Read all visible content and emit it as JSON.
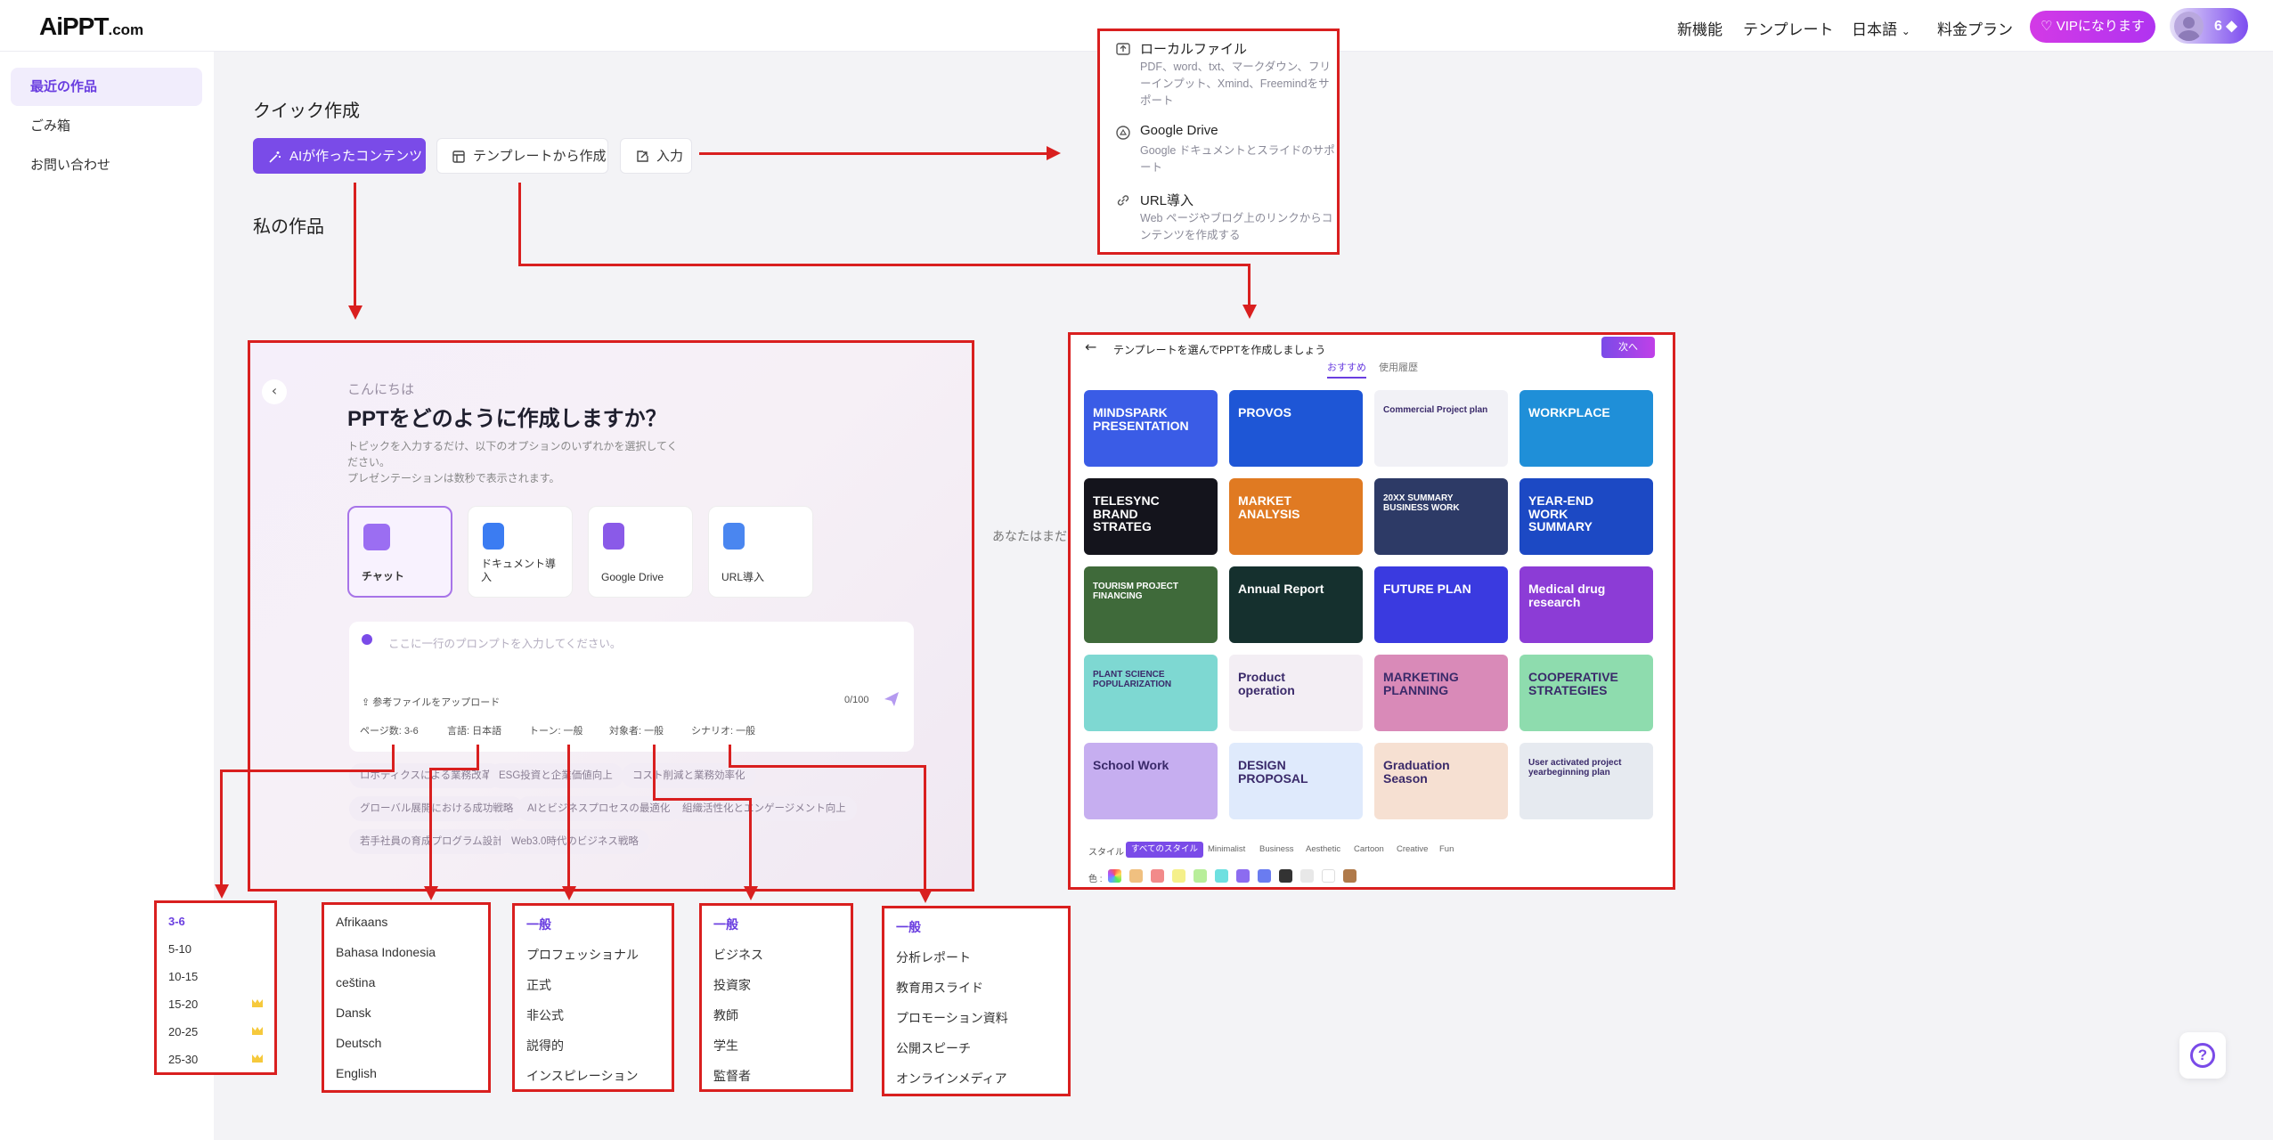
{
  "header": {
    "logo_main": "AiPPT",
    "logo_suffix": ".com",
    "nav": [
      "新機能",
      "テンプレート",
      "日本語",
      "料金プラン"
    ],
    "vip_button": "VIPになります",
    "credits": "6"
  },
  "sidebar": {
    "items": [
      {
        "label": "最近の作品",
        "active": true
      },
      {
        "label": "ごみ箱",
        "active": false
      },
      {
        "label": "お問い合わせ",
        "active": false
      }
    ]
  },
  "main": {
    "quick_create_title": "クイック作成",
    "quick_buttons": [
      "AIが作ったコンテンツ",
      "テンプレートから作成",
      "入力"
    ],
    "my_works_title": "私の作品",
    "empty_hint": "あなたはまだ"
  },
  "upload_menu": {
    "items": [
      {
        "title": "ローカルファイル",
        "desc": [
          "PDF、word、txt、マークダウン、フリ",
          "ーインプット、Xmind、Freemindをサ",
          "ポート"
        ]
      },
      {
        "title": "Google Drive",
        "desc": [
          "Google ドキュメントとスライドのサポ",
          "ート"
        ]
      },
      {
        "title": "URL導入",
        "desc": [
          "Web ページやブログ上のリンクからコ",
          "ンテンツを作成する"
        ]
      }
    ]
  },
  "chat_panel": {
    "greeting": "こんにちは",
    "heading": "PPTをどのように作成しますか？",
    "sub": [
      "トピックを入力するだけ、以下のオプションのいずれかを選択してく",
      "ださい。",
      "プレゼンテーションは数秒で表示されます。"
    ],
    "modes": [
      "チャット",
      "ドキュメント導入",
      "Google Drive",
      "URL導入"
    ],
    "placeholder": "ここに一行のプロンプトを入力してください。",
    "upload": "参考ファイルをアップロード",
    "counter": "0/100",
    "options": [
      "ページ数: 3-6",
      "言語: 日本語",
      "トーン: 一般",
      "対象者: 一般",
      "シナリオ: 一般"
    ],
    "chips": [
      "ロボティクスによる業務改革",
      "ESG投資と企業価値向上",
      "コスト削減と業務効率化",
      "グローバル展開における成功戦略",
      "AIとビジネスプロセスの最適化",
      "組織活性化とエンゲージメント向上",
      "若手社員の育成プログラム設計",
      "Web3.0時代のビジネス戦略"
    ]
  },
  "template_panel": {
    "title": "テンプレートを選んでPPTを作成しましょう",
    "next": "次へ",
    "tabs": [
      "おすすめ",
      "使用履歴"
    ],
    "thumbs": [
      {
        "text": "MINDSPARK PRESENTATION",
        "bg": "#3a5ce6"
      },
      {
        "text": "PROVOS",
        "bg": "#1e56d6"
      },
      {
        "text": "Commercial Project plan",
        "bg": "#f1f1f6"
      },
      {
        "text": "WORKPLACE",
        "bg": "#1f8fd8"
      },
      {
        "text": "TELESYNC BRAND STRATEG",
        "bg": "#14141c"
      },
      {
        "text": "MARKET ANALYSIS",
        "bg": "#e07a22"
      },
      {
        "text": "20XX SUMMARY BUSINESS WORK",
        "bg": "#2d3a66"
      },
      {
        "text": "YEAR-END WORK SUMMARY",
        "bg": "#1c49c4"
      },
      {
        "text": "TOURISM PROJECT FINANCING",
        "bg": "#3f6a3a"
      },
      {
        "text": "Annual Report",
        "bg": "#15302e"
      },
      {
        "text": "FUTURE PLAN",
        "bg": "#3a3ae0"
      },
      {
        "text": "Medical drug research",
        "bg": "#8c3cd6"
      },
      {
        "text": "PLANT SCIENCE POPULARIZATION",
        "bg": "#7ed8d2"
      },
      {
        "text": "Product operation",
        "bg": "#f3eef4"
      },
      {
        "text": "MARKETING PLANNING",
        "bg": "#d98ab8"
      },
      {
        "text": "COOPERATIVE STRATEGIES",
        "bg": "#8edcae"
      },
      {
        "text": "School Work",
        "bg": "#c6aef0"
      },
      {
        "text": "DESIGN PROPOSAL",
        "bg": "#dfeafc"
      },
      {
        "text": "Graduation Season",
        "bg": "#f6e0d2"
      },
      {
        "text": "User activated project yearbeginning plan",
        "bg": "#e6eaf0"
      }
    ],
    "style_label": "スタイル :",
    "styles": [
      "すべてのスタイル",
      "Minimalist",
      "Business",
      "Aesthetic",
      "Cartoon",
      "Creative",
      "Fun"
    ],
    "color_label": "色 :",
    "colors": [
      "#f0c080",
      "#f28a8a",
      "#f5f08a",
      "#b8ee9a",
      "#6ee0e0",
      "#8c6cf0",
      "#6a7cf0",
      "#333333",
      "#e8e8e8",
      "#ffffff",
      "#b07a4a"
    ]
  },
  "dropdowns": {
    "pages": {
      "items": [
        "3-6",
        "5-10",
        "10-15",
        "15-20",
        "20-25",
        "25-30"
      ],
      "selected": "3-6",
      "premium_from": 3
    },
    "languages": {
      "items": [
        "Afrikaans",
        "Bahasa Indonesia",
        "cеština",
        "Dansk",
        "Deutsch",
        "English"
      ]
    },
    "tone": {
      "items": [
        "一般",
        "プロフェッショナル",
        "正式",
        "非公式",
        "説得的",
        "インスピレーション"
      ],
      "selected": "一般"
    },
    "audience": {
      "items": [
        "一般",
        "ビジネス",
        "投資家",
        "教師",
        "学生",
        "監督者"
      ],
      "selected": "一般"
    },
    "scenario": {
      "items": [
        "一般",
        "分析レポート",
        "教育用スライド",
        "プロモーション資料",
        "公開スピーチ",
        "オンラインメディア"
      ],
      "selected": "一般"
    }
  },
  "colors": {
    "accent": "#7a4be8",
    "annotation": "#d91f1f",
    "vip": "#d33ae6"
  }
}
